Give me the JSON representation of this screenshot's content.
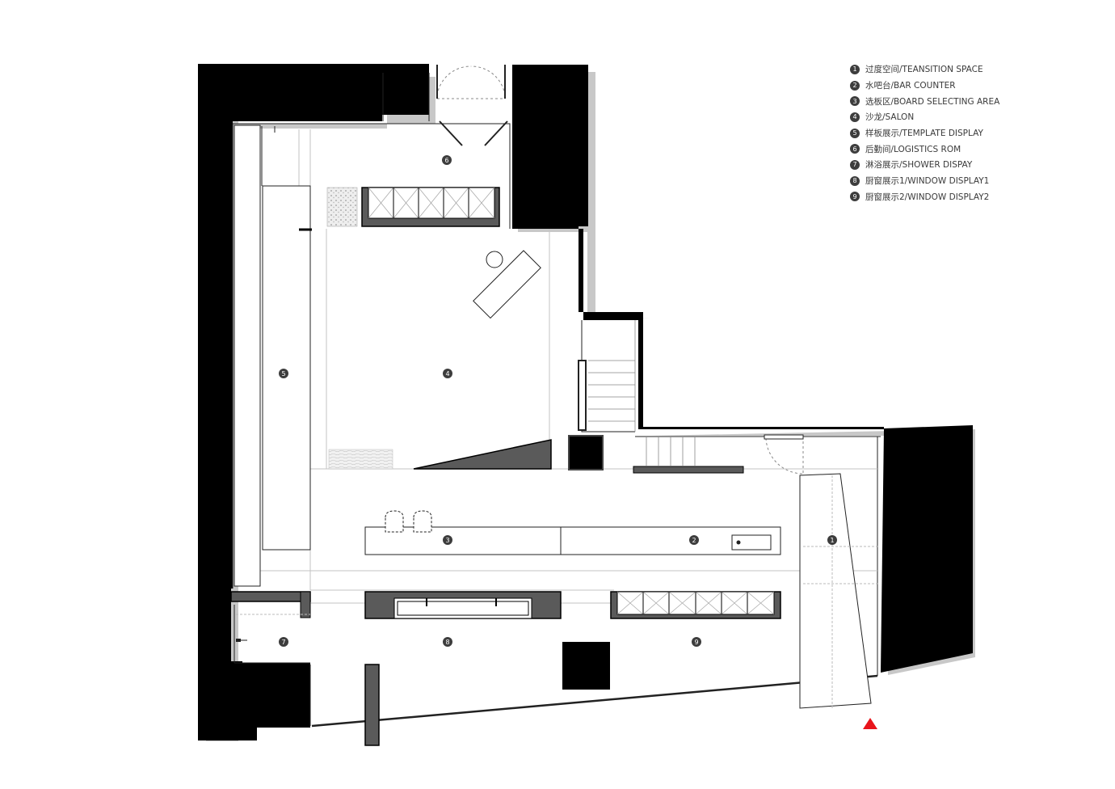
{
  "legend": [
    {
      "num": "1",
      "label": "过度空间/TEANSITION SPACE"
    },
    {
      "num": "2",
      "label": "水吧台/BAR COUNTER"
    },
    {
      "num": "3",
      "label": "选板区/BOARD SELECTING AREA"
    },
    {
      "num": "4",
      "label": "沙龙/SALON"
    },
    {
      "num": "5",
      "label": "样板展示/TEMPLATE DISPLAY"
    },
    {
      "num": "6",
      "label": "后勤间/LOGISTICS ROM"
    },
    {
      "num": "7",
      "label": "淋浴展示/SHOWER DISPAY"
    },
    {
      "num": "8",
      "label": "厨窗展示1/WINDOW DISPLAY1"
    },
    {
      "num": "9",
      "label": "厨窗展示2/WINDOW DISPLAY2"
    }
  ],
  "markers": {
    "m1": "1",
    "m2": "2",
    "m3": "3",
    "m4": "4",
    "m5": "5",
    "m6": "6",
    "m7": "7",
    "m8": "8",
    "m9": "9"
  },
  "colors": {
    "wall": "#000000",
    "wall_shadow": "#9a9a9a",
    "furniture_dark": "#5a5a5a",
    "line": "#222222",
    "light_line": "#bdbdbd",
    "entrance": "#e8141b"
  }
}
